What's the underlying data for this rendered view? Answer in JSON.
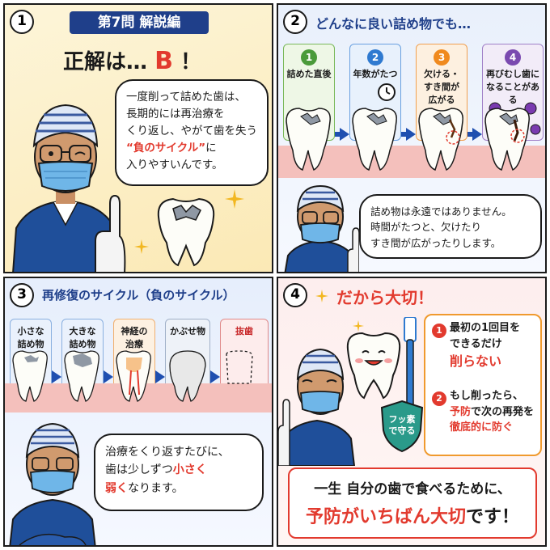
{
  "panel1": {
    "num": "1",
    "badge": "第7問 解説編",
    "answer_prefix": "正解は…",
    "answer_letter": "B",
    "answer_suffix": "！",
    "bubble_l1": "一度削って詰めた歯は、",
    "bubble_l2": "長期的には再治療を",
    "bubble_l3": "くり返し、やがて歯を失う",
    "bubble_red": "“負のサイクル”",
    "bubble_l4a": "に",
    "bubble_l5": "入りやすいんです。"
  },
  "panel2": {
    "num": "2",
    "title": "どんなに良い詰め物でも…",
    "stages": [
      {
        "num": "1",
        "label": "詰めた直後",
        "color": "#4a9a3a"
      },
      {
        "num": "2",
        "label": "年数がたつ",
        "color": "#2f7ad0"
      },
      {
        "num": "3",
        "label_l1": "欠ける・",
        "label_l2": "すき間が",
        "label_l3": "広がる",
        "color": "#f08a1e"
      },
      {
        "num": "4",
        "label_l1": "再びむし歯に",
        "label_l2": "なることがある",
        "color": "#7a4ab0"
      }
    ],
    "bubble_l1": "詰め物は永遠ではありません。",
    "bubble_l2": "時間がたつと、欠けたり",
    "bubble_l3": "すき間が広がったりします。"
  },
  "panel3": {
    "num": "3",
    "title": "再修復のサイクル（負のサイクル）",
    "steps": [
      {
        "l1": "小さな",
        "l2": "詰め物"
      },
      {
        "l1": "大きな",
        "l2": "詰め物"
      },
      {
        "l1": "神経の",
        "l2": "治療"
      },
      {
        "l1": "かぶせ物",
        "l2": ""
      },
      {
        "l1": "抜歯",
        "l2": ""
      }
    ],
    "bubble_l1": "治療をくり返すたびに、",
    "bubble_l2a": "歯は少しずつ",
    "bubble_red1": "小さく",
    "bubble_red2": "弱く",
    "bubble_l3b": "なります。"
  },
  "panel4": {
    "num": "4",
    "title": "だから大切！",
    "point1_num": "1",
    "point1_l1": "最初の1回目を",
    "point1_l2": "できるだけ",
    "point1_red": "削らない",
    "point2_num": "2",
    "point2_l1": "もし削ったら、",
    "point2_red1": "予防",
    "point2_l2b": "で次の再発を",
    "point2_red2": "徹底的に防ぐ",
    "shield_l1": "フッ素",
    "shield_l2": "で守る",
    "final_l1": "一生 自分の歯で食べるために、",
    "final_red": "予防がいちばん大切",
    "final_end": "です！"
  },
  "colors": {
    "navy": "#1f3f8a",
    "red": "#e23a2e",
    "orange": "#f09a2e",
    "green": "#4a9a3a",
    "blue": "#2f7ad0",
    "purple": "#7a4ab0",
    "scrubs": "#1f4f9a",
    "mask": "#6fb6e8"
  }
}
